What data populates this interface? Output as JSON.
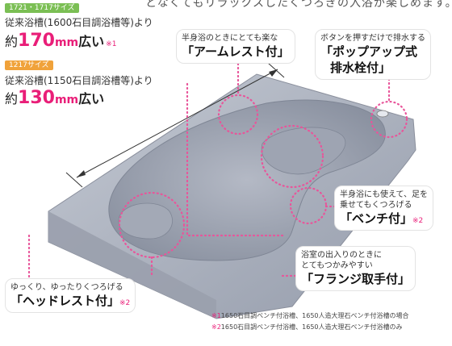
{
  "header_text": "となくてもリラックスしたくつろぎの入浴が楽しめます。",
  "sizes": [
    {
      "tag": "1721・1717サイズ",
      "tag_color": "#7bbf54",
      "compare": "従来浴槽(1600石目調浴槽等)より",
      "prefix": "約",
      "value": "170",
      "unit": "mm",
      "suffix": "広い",
      "mark": "※1"
    },
    {
      "tag": "1217サイズ",
      "tag_color": "#f0a23a",
      "compare": "従来浴槽(1150石目調浴槽等)より",
      "prefix": "約",
      "value": "130",
      "unit": "mm",
      "suffix": "広い",
      "mark": ""
    }
  ],
  "callouts": {
    "armrest": {
      "desc": "半身浴のときにとても楽な",
      "title": "「アームレスト付」",
      "mark": ""
    },
    "popup": {
      "desc": "ボタンを押すだけで排水する",
      "title1": "「ポップアップ式",
      "title2": "排水栓付」",
      "mark": ""
    },
    "bench": {
      "desc1": "半身浴にも使えて、足を",
      "desc2": "乗せてもくつろげる",
      "title": "「ベンチ付」",
      "mark": "※2"
    },
    "flange": {
      "desc1": "浴室の出入りのときに",
      "desc2": "とてもつかみやすい",
      "title": "「フランジ取手付」",
      "mark": ""
    },
    "headrest": {
      "desc": "ゆっくり、ゆったりくつろげる",
      "title": "「ヘッドレスト付」",
      "mark": "※2"
    }
  },
  "notes": [
    {
      "mark": "※1",
      "text": "1650石目調ベンチ付浴槽、1650人造大理石ベンチ付浴槽の場合"
    },
    {
      "mark": "※2",
      "text": "1650石目調ベンチ付浴槽、1650人造大理石ベンチ付浴槽のみ"
    }
  ],
  "colors": {
    "accent": "#e91e78",
    "tub": "#aab0bd",
    "dots": "#e8559a"
  },
  "icons": [
    "bathtub-illustration",
    "drain-button-icon"
  ]
}
